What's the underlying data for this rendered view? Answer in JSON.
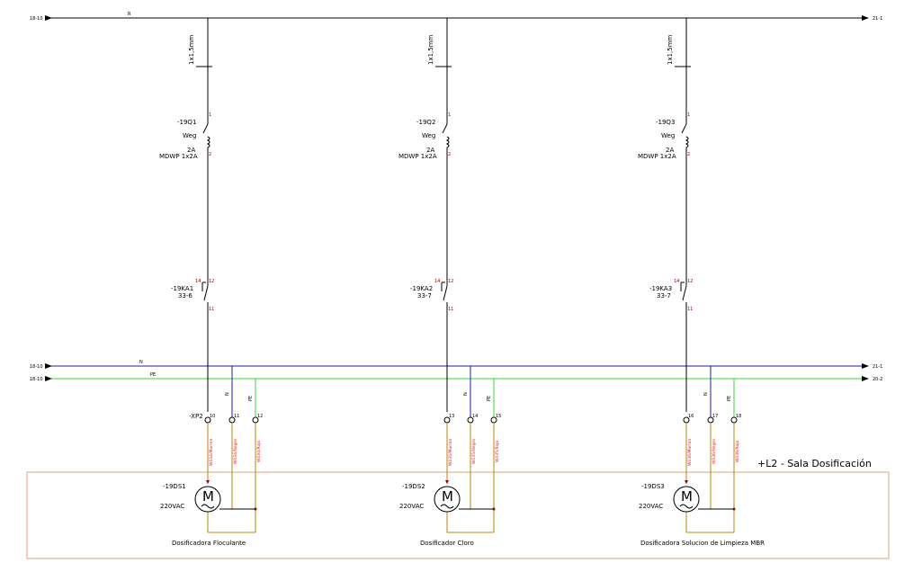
{
  "rails": {
    "top": {
      "left_ref": "18-10",
      "label": "R",
      "right_ref": "21-1"
    },
    "n": {
      "left_ref": "18-10",
      "label": "N",
      "right_ref": "21-1"
    },
    "pe": {
      "left_ref": "18-10",
      "label": "PE",
      "right_ref": "20-2"
    }
  },
  "area_label": "+L2 - Sala Dosificación",
  "colors": {
    "phase": "#000000",
    "neutral": "#1c1ca0",
    "pe": "#39d739",
    "wire": "#b8860b",
    "breaker_pin": "#8b0000",
    "area_border": "#e3a17a"
  },
  "branches": [
    {
      "cable": "1x1,5mm",
      "breaker": {
        "tag": "-19Q1",
        "brand": "Weg",
        "rating": "2A",
        "model": "MDWP 1x2A",
        "pin_in": "1",
        "pin_out": "2"
      },
      "contact": {
        "tag": "-19KA1",
        "ref": "33-6",
        "pin_a": "14",
        "pin_b": "12",
        "pin_c": "11"
      },
      "terminal": {
        "tag": "-XP2",
        "t1": "10",
        "t2": "11",
        "t3": "12"
      },
      "n_label": "N",
      "pe_label": "PE",
      "wires": [
        "W034/Marron",
        "W034/Negro",
        "W034/Rojo"
      ],
      "motor": {
        "tag": "-19DS1",
        "voltage": "220VAC",
        "symbol": "M",
        "name": "Dosificadora Floculante"
      }
    },
    {
      "cable": "1x1,5mm",
      "breaker": {
        "tag": "-19Q2",
        "brand": "Weg",
        "rating": "2A",
        "model": "MDWP 1x2A",
        "pin_in": "1",
        "pin_out": "2"
      },
      "contact": {
        "tag": "-19KA2",
        "ref": "33-7",
        "pin_a": "14",
        "pin_b": "12",
        "pin_c": "11"
      },
      "terminal": {
        "tag": "",
        "t1": "13",
        "t2": "14",
        "t3": "15"
      },
      "n_label": "N",
      "pe_label": "PE",
      "wires": [
        "W035/Marron",
        "W035/Negro",
        "W035/Rojo"
      ],
      "motor": {
        "tag": "-19DS2",
        "voltage": "220VAC",
        "symbol": "M",
        "name": "Dosificador Cloro"
      }
    },
    {
      "cable": "1x1,5mm",
      "breaker": {
        "tag": "-19Q3",
        "brand": "Weg",
        "rating": "2A",
        "model": "MDWP 1x2A",
        "pin_in": "1",
        "pin_out": "2"
      },
      "contact": {
        "tag": "-19KA3",
        "ref": "33-7",
        "pin_a": "14",
        "pin_b": "12",
        "pin_c": "11"
      },
      "terminal": {
        "tag": "",
        "t1": "16",
        "t2": "17",
        "t3": "18"
      },
      "n_label": "N",
      "pe_label": "PE",
      "wires": [
        "W036/Marron",
        "W036/Negro",
        "W036/Rojo"
      ],
      "motor": {
        "tag": "-19DS3",
        "voltage": "220VAC",
        "symbol": "M",
        "name": "Dosificadora Solucion de Limpieza MBR"
      }
    }
  ]
}
